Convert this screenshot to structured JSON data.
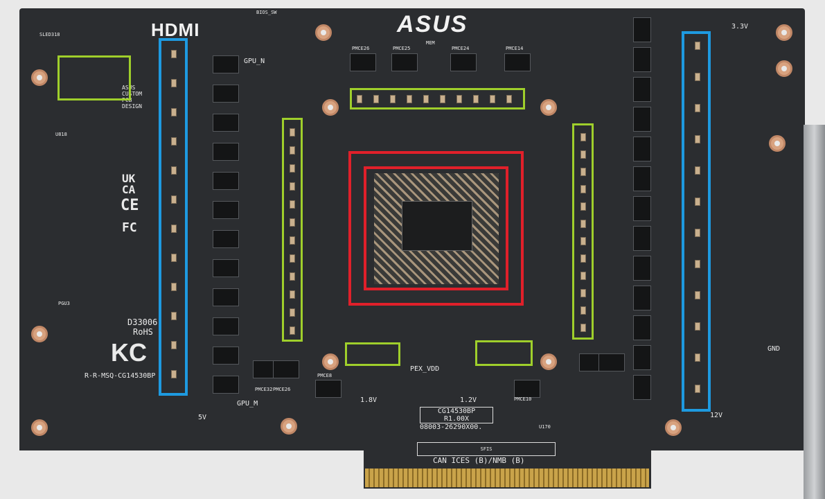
{
  "board": {
    "brand": "ASUS",
    "hdmi_logo": "HDMI",
    "pcb_design_mark": "ASUS CUSTOM PCB DESIGN",
    "model_box": [
      "CG14530BP",
      "R1.00X"
    ],
    "part_number": "08003-26290X00.",
    "sfis_label": "SFIS",
    "compliance_text": "CAN ICES (B)/NMB (B)",
    "regulatory_id": "R-R-MSQ-CG14530BP",
    "rohs": [
      "D33006",
      "RoHS"
    ],
    "cert_marks": [
      "UK CA",
      "CE",
      "FC",
      "KC"
    ]
  },
  "silkscreen": {
    "bios_sw": "BIOS_SW",
    "mem": "MEM",
    "sled": "SLED318",
    "u818": "U818",
    "pgu3": "PGU3",
    "u170": "U170",
    "gpu_n": "GPU_N",
    "gpu_m": "GPU_M",
    "pex_vdd": "PEX_VDD",
    "v18": "1.8V",
    "v12": "1.2V",
    "v33": "3.3V",
    "v5": "5V",
    "v12v": "12V",
    "gnd": "GND",
    "pmce_top": [
      "PMCE26",
      "PMCE25",
      "PMCE24",
      "PMCE14"
    ],
    "pmce_bottom": [
      "PMCE32",
      "PMCE26",
      "PMCE8",
      "PMCE10"
    ]
  },
  "annotations": {
    "green": "#9fcf2b",
    "blue": "#1e9ae0",
    "red": "#e0202a"
  }
}
